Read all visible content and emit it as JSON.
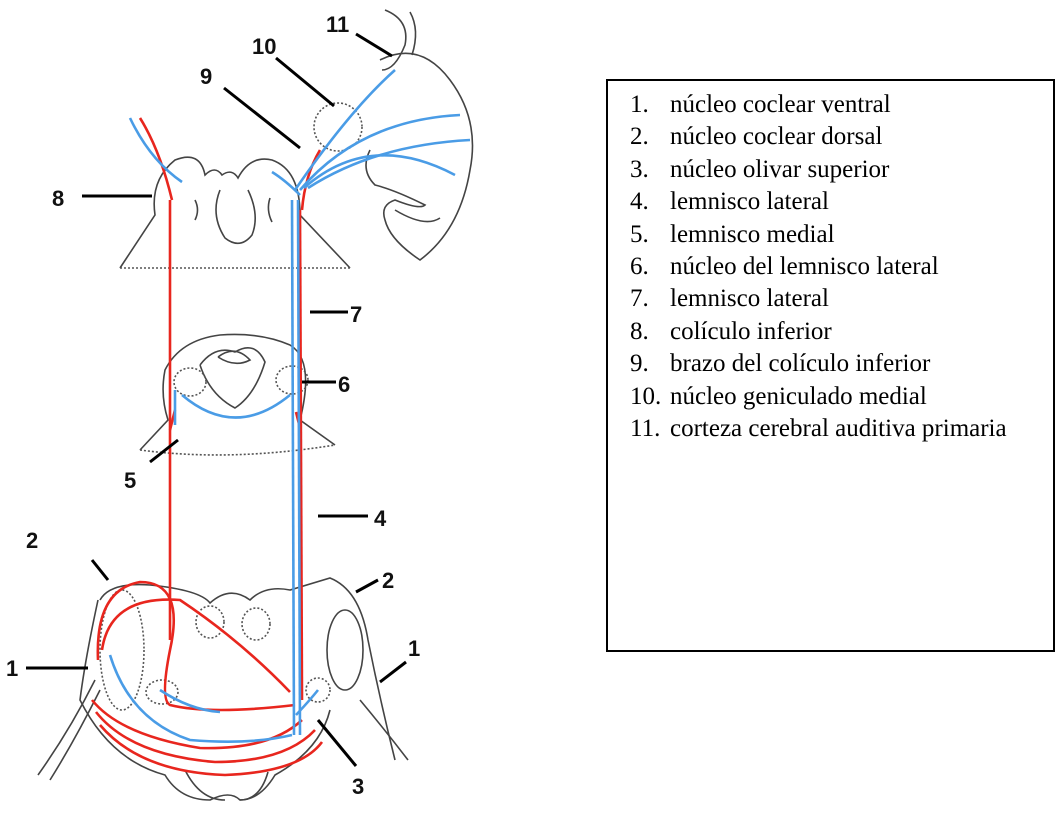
{
  "diagram": {
    "numbers": [
      "1",
      "2",
      "3",
      "4",
      "5",
      "6",
      "7",
      "8",
      "9",
      "10",
      "11"
    ]
  },
  "legend": {
    "items": [
      {
        "num": "1.",
        "text": "núcleo coclear ventral"
      },
      {
        "num": "2.",
        "text": "núcleo coclear dorsal"
      },
      {
        "num": "3.",
        "text": "núcleo olivar superior"
      },
      {
        "num": "4.",
        "text": "lemnisco lateral"
      },
      {
        "num": "5.",
        "text": "lemnisco medial"
      },
      {
        "num": "6.",
        "text": "núcleo del lemnisco lateral"
      },
      {
        "num": "7.",
        "text": "lemnisco lateral"
      },
      {
        "num": "8.",
        "text": "colículo inferior"
      },
      {
        "num": "9.",
        "text": "brazo del colículo inferior"
      },
      {
        "num": "10.",
        "text": "núcleo geniculado medial"
      },
      {
        "num": "11.",
        "text": "corteza cerebral auditiva primaria"
      }
    ]
  },
  "colors": {
    "ipsilateral_pathway": "#e8261e",
    "contralateral_pathway": "#4a9ce6"
  }
}
